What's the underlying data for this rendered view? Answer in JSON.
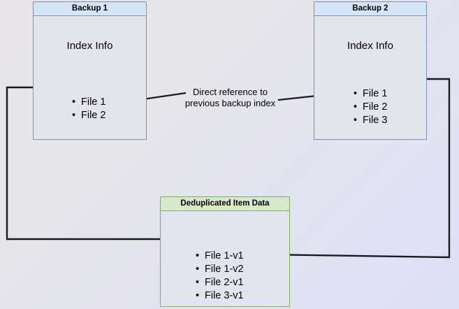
{
  "diagram": {
    "type": "flow-diagram",
    "title_visible": false,
    "background_colors": [
      "#e7e5e7",
      "#dee0f8"
    ],
    "nodes": [
      {
        "id": "backup1",
        "header": "Backup 1",
        "body_title": "Index Info",
        "accent": "#7594c4",
        "header_fill": "#d5e4f6",
        "body_fill": "#e4e4ec",
        "items": [
          "File 1",
          "File 2"
        ]
      },
      {
        "id": "backup2",
        "header": "Backup 2",
        "body_title": "Index Info",
        "accent": "#7594c4",
        "header_fill": "#d5e4f6",
        "body_fill": "#e4e4ec",
        "items": [
          "File 1",
          "File 2",
          "File 3"
        ]
      },
      {
        "id": "dedup",
        "header": "Deduplicated Item Data",
        "body_title": "",
        "accent": "#7cb060",
        "header_fill": "#d6e9cd",
        "body_fill": "#e4e4ee",
        "items": [
          "File 1-v1",
          "File 1-v2",
          "File 2-v1",
          "File 3-v1"
        ]
      }
    ],
    "edge_labels": [
      {
        "id": "direct-reference",
        "line1": "Direct reference to",
        "line2": "previous backup index"
      }
    ],
    "edge_color": "#1a1a1a"
  }
}
